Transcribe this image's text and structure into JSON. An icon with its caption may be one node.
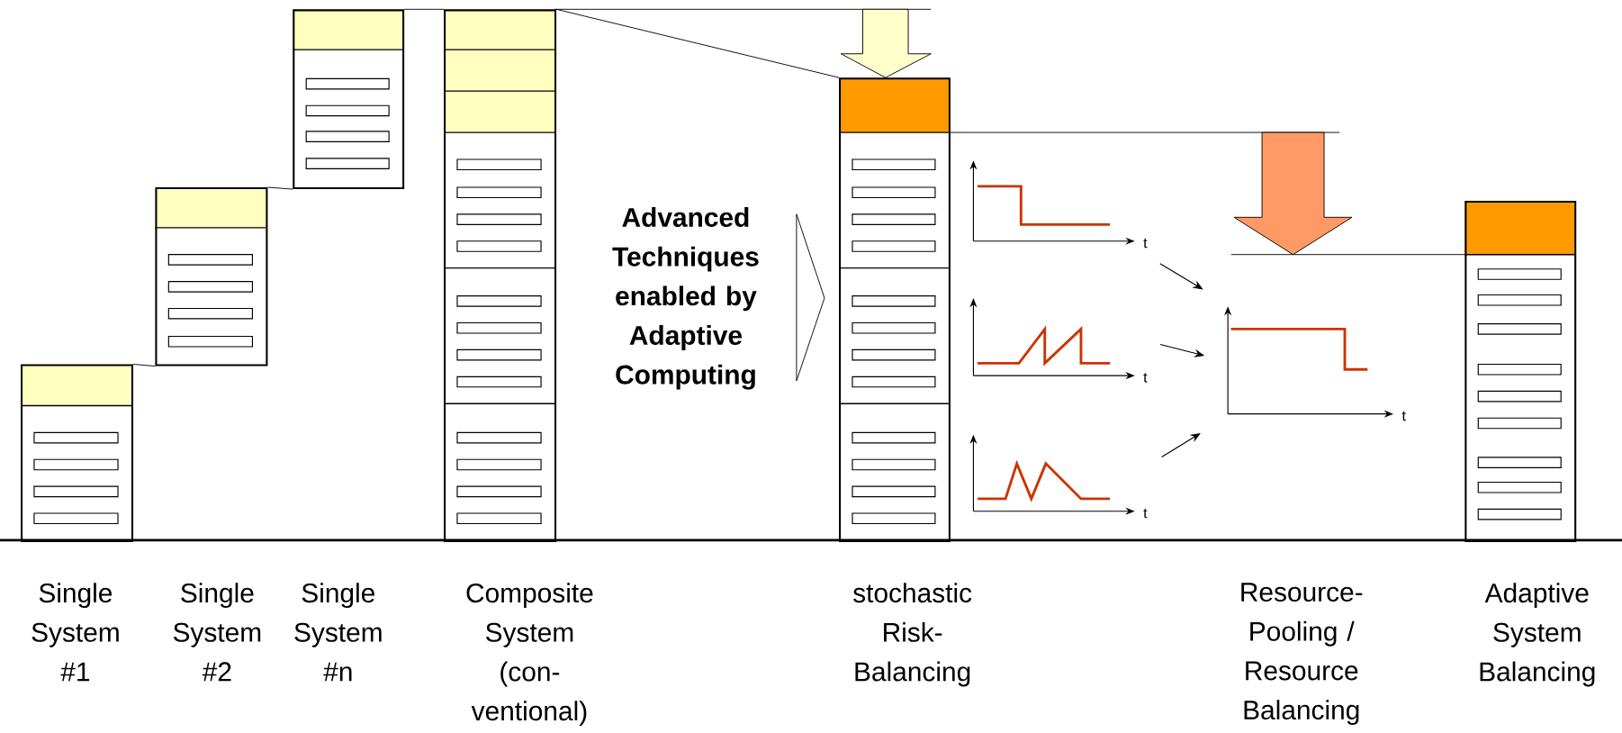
{
  "diagram": {
    "nodes": [
      {
        "text": [],
        "shape": "box"
      },
      {
        "text": [],
        "shape": "box"
      },
      {
        "text": [],
        "shape": "box"
      },
      {
        "text": [],
        "shape": "box"
      },
      {
        "text": [],
        "shape": "box"
      },
      {
        "text": [],
        "shape": "box"
      },
      {
        "text": [],
        "shape": "picture",
        "beside": [
          "t"
        ]
      },
      {
        "text": [],
        "shape": "picture",
        "beside": [
          "t"
        ]
      },
      {
        "text": [],
        "shape": "picture",
        "beside": [
          "t"
        ]
      },
      {
        "text": [],
        "shape": "picture",
        "beside": [
          "t"
        ]
      }
    ],
    "edges": [
      {
        "from": 6,
        "to": 9,
        "arrow": "to"
      },
      {
        "from": 7,
        "to": 9,
        "arrow": "to"
      },
      {
        "from": 8,
        "to": 9,
        "arrow": "to"
      },
      {
        "from": 0,
        "to": 1,
        "arrow": "none"
      },
      {
        "from": 1,
        "to": 2,
        "arrow": "none"
      },
      {
        "from": 2,
        "to": 3,
        "arrow": "none"
      },
      {
        "from": 3,
        "to": 4,
        "arrow": "none"
      }
    ],
    "labels": [
      "Advanced Techniques enabled by Adaptive Computing",
      "Single System #1",
      "Single System #2",
      "Single System #n",
      "Composite System (con- ventional)",
      "stochastic Risk- Balancing",
      "Resource- Pooling / Resource Balancing",
      "Adaptive System Balancing"
    ]
  }
}
